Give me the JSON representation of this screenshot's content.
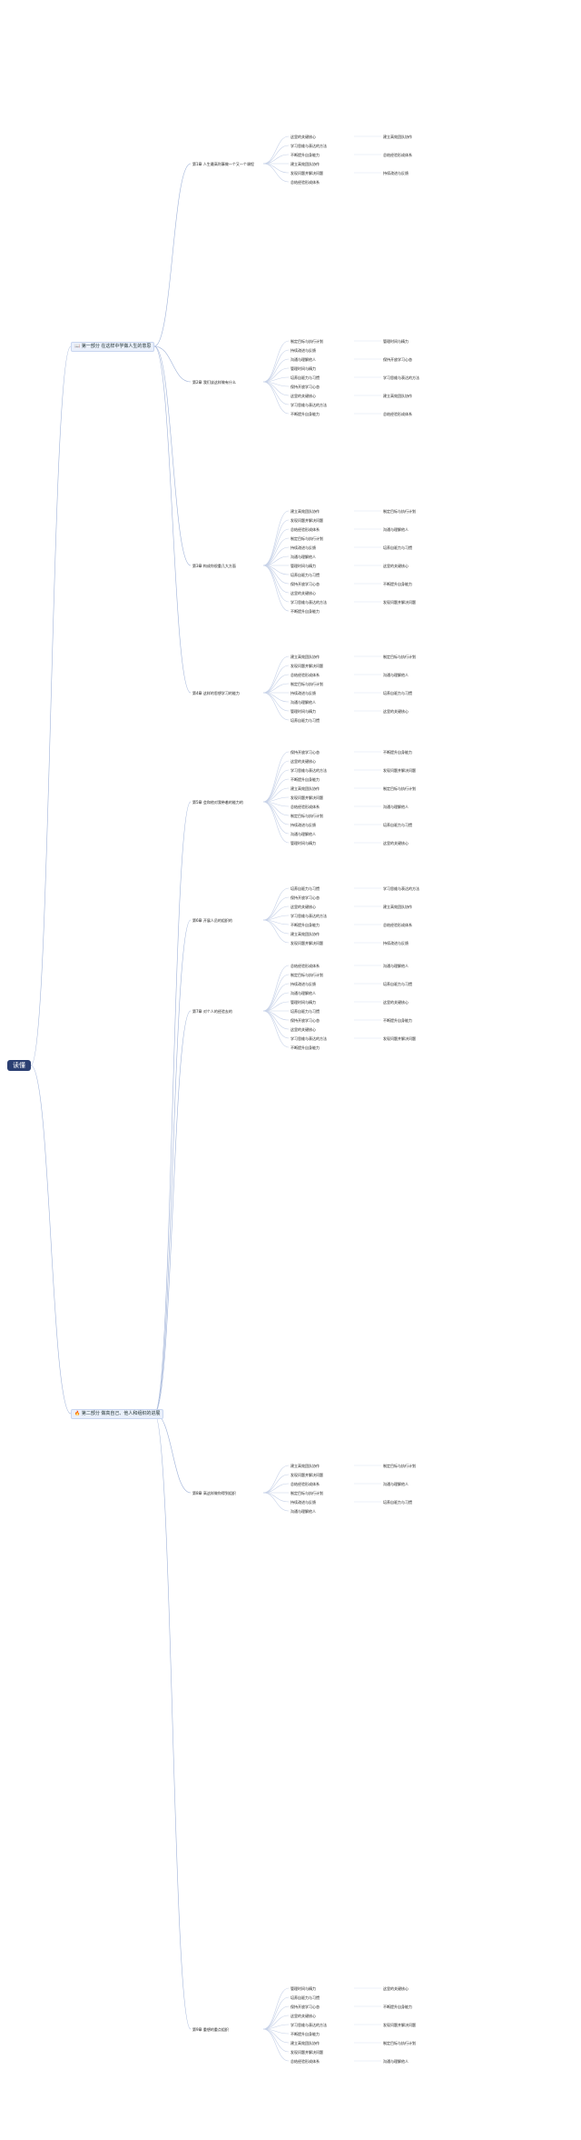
{
  "root": {
    "label": "读懂"
  },
  "parts": [
    {
      "icon": "📖",
      "label": "第一部分 在这样中学做人生的意思"
    },
    {
      "icon": "🔥",
      "label": "第二部分 做高自己、他人和组织的进展"
    }
  ],
  "chapters": [
    "第1章 人生最高利事做一个又一个课程",
    "第2章 我们该这样做有什么",
    "第3章 构成你很重几大方面",
    "第4章 这样的思想学习的能力",
    "第5章 会和他对我带着的能力的",
    "第6章 开展人员的组织的",
    "第7章 对个人的经验去的",
    "第8章 高这样做你得到组织",
    "第9章 重想的重点组织"
  ],
  "notes": [
    "这里的关键核心",
    "学习思维与表达的方法",
    "不断提升自身能力",
    "建立高效团队协作",
    "发现问题并解决问题",
    "总结经验形成体系",
    "制定目标与执行计划",
    "持续改进与反馈",
    "沟通与理解他人",
    "管理时间与精力",
    "培养自驱力与习惯",
    "保持开放学习心态"
  ]
}
